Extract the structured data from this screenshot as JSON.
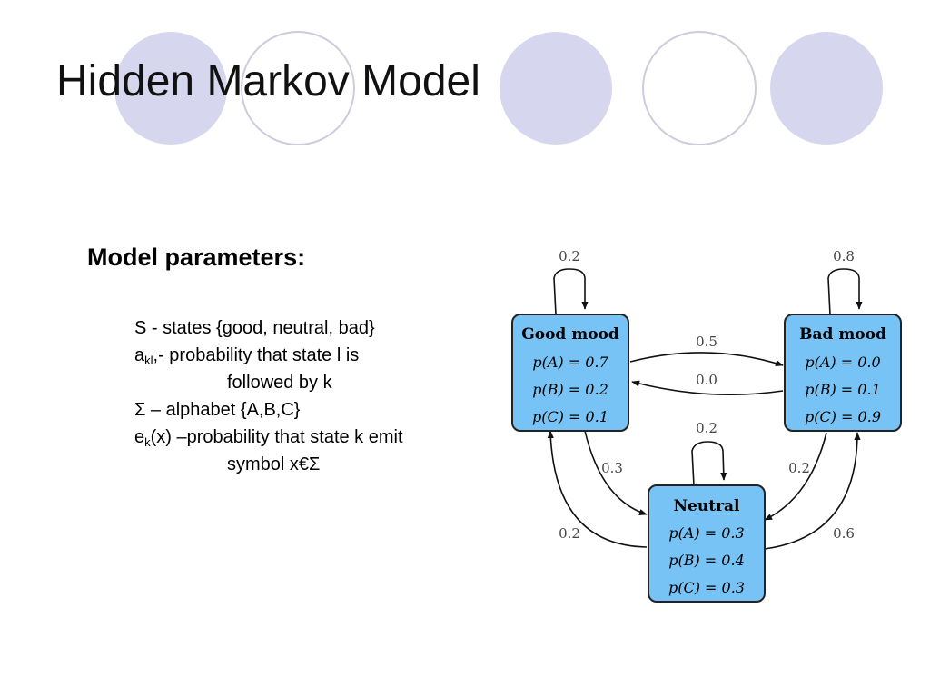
{
  "slide": {
    "title": "Hidden Markov Model",
    "heading": "Model parameters:",
    "lines": {
      "states": "S - states {good, neutral, bad}",
      "a_base": "a",
      "a_sub": "kl",
      "a_rest": ",- probability that state l is",
      "a_cont": "followed by  k",
      "sigma": "Σ – alphabet {A,B,C}",
      "e_base": "e",
      "e_sub": "k",
      "e_rest": "(x) –probability that state k emit",
      "e_cont": "symbol x€Σ"
    }
  },
  "colors": {
    "decor_fill": "#d6d6ee",
    "decor_stroke": "#ccccdd",
    "state_fill": "#78c3f5",
    "state_stroke": "#222222"
  },
  "diagram": {
    "states": {
      "good": {
        "name": "Good mood",
        "probs": [
          "p(A) = 0.7",
          "p(B) = 0.2",
          "p(C) = 0.1"
        ],
        "self_loop": "0.2"
      },
      "bad": {
        "name": "Bad mood",
        "probs": [
          "p(A) = 0.0",
          "p(B) = 0.1",
          "p(C) = 0.9"
        ],
        "self_loop": "0.8"
      },
      "neutral": {
        "name": "Neutral",
        "probs": [
          "p(A) = 0.3",
          "p(B) = 0.4",
          "p(C) = 0.3"
        ],
        "self_loop": "0.2"
      }
    },
    "transitions": {
      "good_to_bad": "0.5",
      "bad_to_good": "0.0",
      "good_to_neutral": "0.3",
      "neutral_to_good": "0.2",
      "bad_to_neutral": "0.2",
      "neutral_to_bad": "0.6"
    }
  }
}
